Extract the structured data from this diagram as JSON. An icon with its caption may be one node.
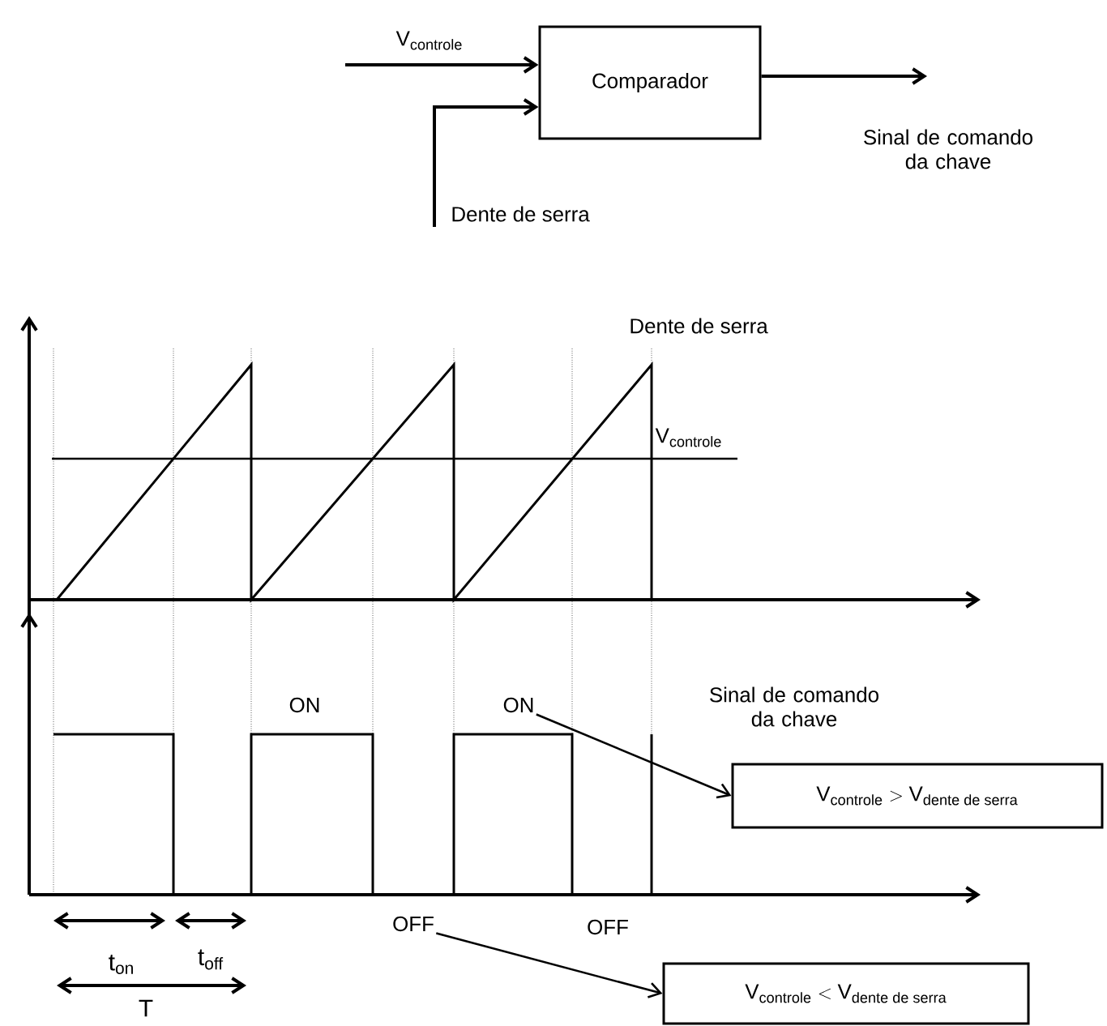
{
  "diagram": {
    "nodes": [
      {
        "text": [
          "Comparador"
        ]
      },
      {
        "text": [
          "Dente de serra"
        ]
      },
      {
        "text": [
          "Sinal de comando da chave"
        ]
      },
      {
        "text": [
          "ON"
        ]
      },
      {
        "text": [
          "\\text{V}_{\\text{controle}} > \\text{V}_{\\text{dente de serra}}"
        ]
      },
      {
        "text": [
          "OFF"
        ]
      },
      {
        "text": [
          "\\text{V}_{\\text{controle}} < \\text{V}_{\\text{dente de serra}}"
        ]
      }
    ],
    "edges": [
      {
        "from": null,
        "to": 0,
        "arrow": "to",
        "label": "V$_{controle}$"
      },
      {
        "from": 1,
        "to": 0,
        "arrow": "to"
      },
      {
        "from": 0,
        "to": 2,
        "arrow": "to"
      },
      {
        "from": 3,
        "to": 4,
        "arrow": "to"
      },
      {
        "from": 5,
        "to": 6,
        "arrow": "to"
      }
    ],
    "labels": [
      "Dente de serra",
      "V$_{controle}$",
      "ON",
      "Sinal de comando da chave",
      "OFF",
      "t$_{on}$",
      "t$_{off}$",
      "T"
    ]
  }
}
